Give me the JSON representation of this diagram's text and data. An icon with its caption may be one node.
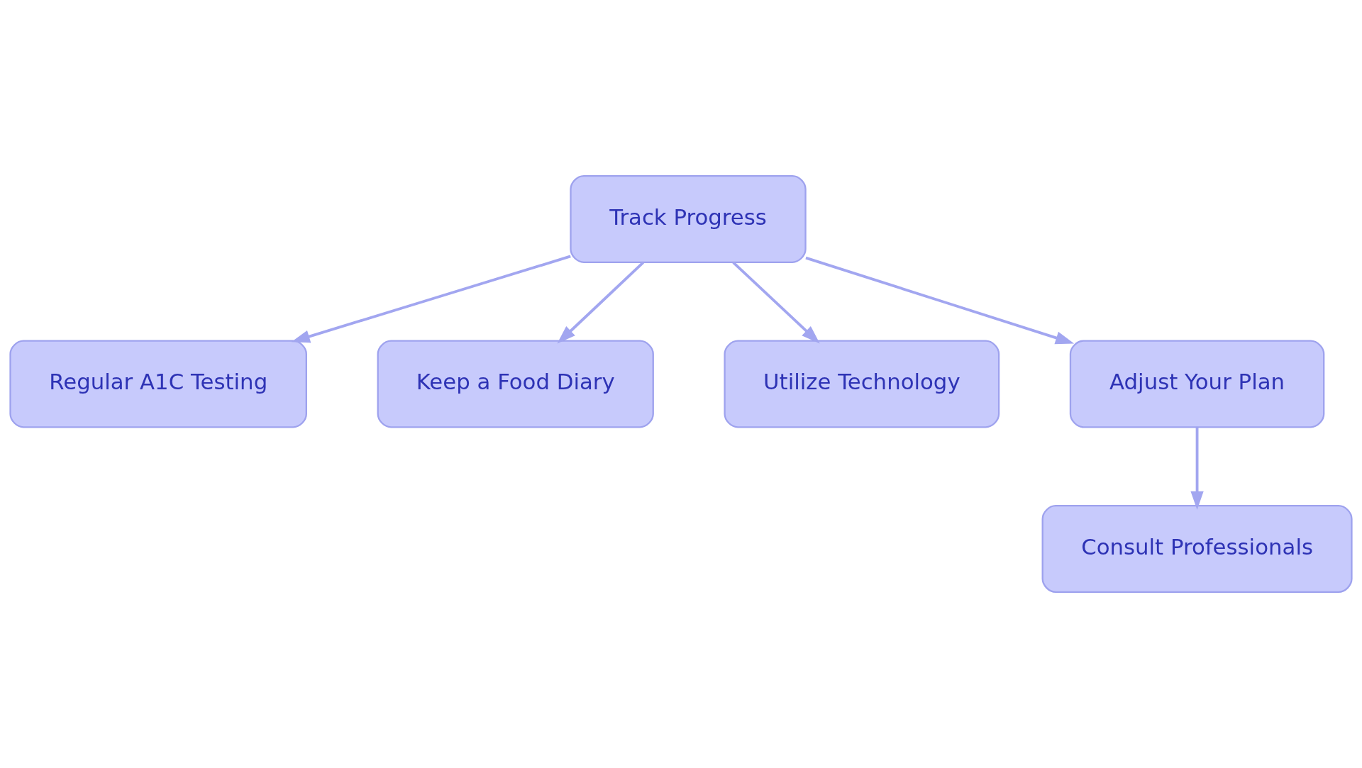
{
  "diagram": {
    "nodes": [
      {
        "text": [
          "Track Progress"
        ]
      },
      {
        "text": [
          "Regular A1C Testing"
        ]
      },
      {
        "text": [
          "Keep a Food Diary"
        ]
      },
      {
        "text": [
          "Utilize Technology"
        ]
      },
      {
        "text": [
          "Adjust Your Plan"
        ]
      },
      {
        "text": [
          "Consult Professionals"
        ]
      }
    ],
    "edges": [
      {
        "from": 0,
        "to": 1,
        "arrow": "to"
      },
      {
        "from": 0,
        "to": 2,
        "arrow": "to"
      },
      {
        "from": 0,
        "to": 3,
        "arrow": "to"
      },
      {
        "from": 0,
        "to": 4,
        "arrow": "to"
      },
      {
        "from": 4,
        "to": 5,
        "arrow": "to"
      }
    ]
  }
}
